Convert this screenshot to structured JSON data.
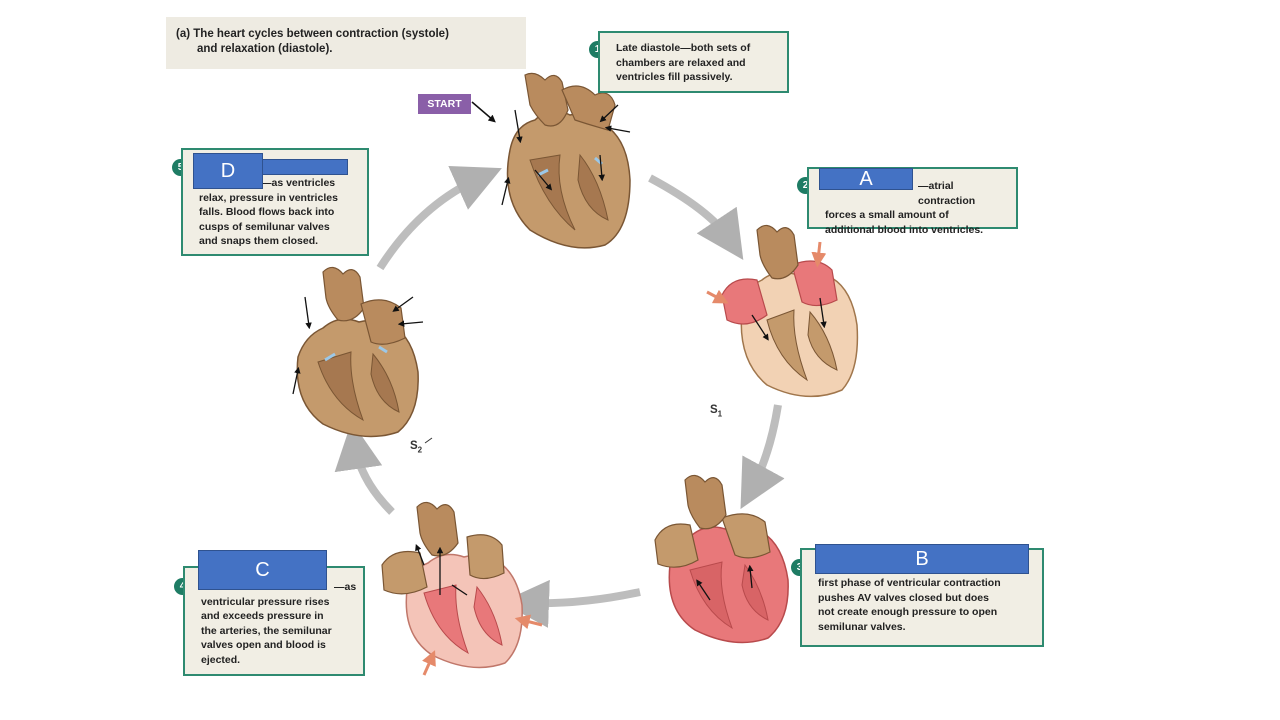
{
  "title": {
    "prefix": "(a)",
    "line1": "The heart cycles between contraction (systole)",
    "line2": "and relaxation (diastole)."
  },
  "start_label": "START",
  "steps": [
    {
      "number": "1",
      "heading": "Late diastole",
      "text_l1": "—both sets of",
      "text_l2": "chambers are relaxed and",
      "text_l3": "ventricles fill passively."
    },
    {
      "number": "2",
      "label": "A",
      "text_l1": "—atrial contraction",
      "text_l2": "forces a small amount of",
      "text_l3": "additional blood into ventricles."
    },
    {
      "number": "3",
      "label": "B",
      "text_l1": "first phase of ventricular contraction",
      "text_l2": "pushes AV valves closed but does",
      "text_l3": "not create enough pressure to open",
      "text_l4": "semilunar valves."
    },
    {
      "number": "4",
      "label": "C",
      "text_l1": "—as",
      "text_l2": "ventricular pressure rises",
      "text_l3": "and exceeds pressure in",
      "text_l4": "the arteries, the semilunar",
      "text_l5": "valves open and blood is",
      "text_l6": "ejected."
    },
    {
      "number": "5",
      "label": "D",
      "text_l1": "—as ventricles",
      "text_l2": "relax, pressure in ventricles",
      "text_l3": "falls. Blood flows back into",
      "text_l4": "cusps of semilunar valves",
      "text_l5": "and snaps them closed."
    }
  ],
  "sounds": {
    "s1_main": "S",
    "s1_sub": "1",
    "s2_main": "S",
    "s2_sub": "2"
  },
  "colors": {
    "box_border": "#2e8a70",
    "box_fill": "#f1eee4",
    "number_badge": "#1e7c64",
    "label_blue": "#4472c4",
    "start_purple": "#8a5fa8",
    "heart_tan": "#c49a6c",
    "heart_red": "#e8787a",
    "cycle_arrow": "#bdbdbd"
  }
}
